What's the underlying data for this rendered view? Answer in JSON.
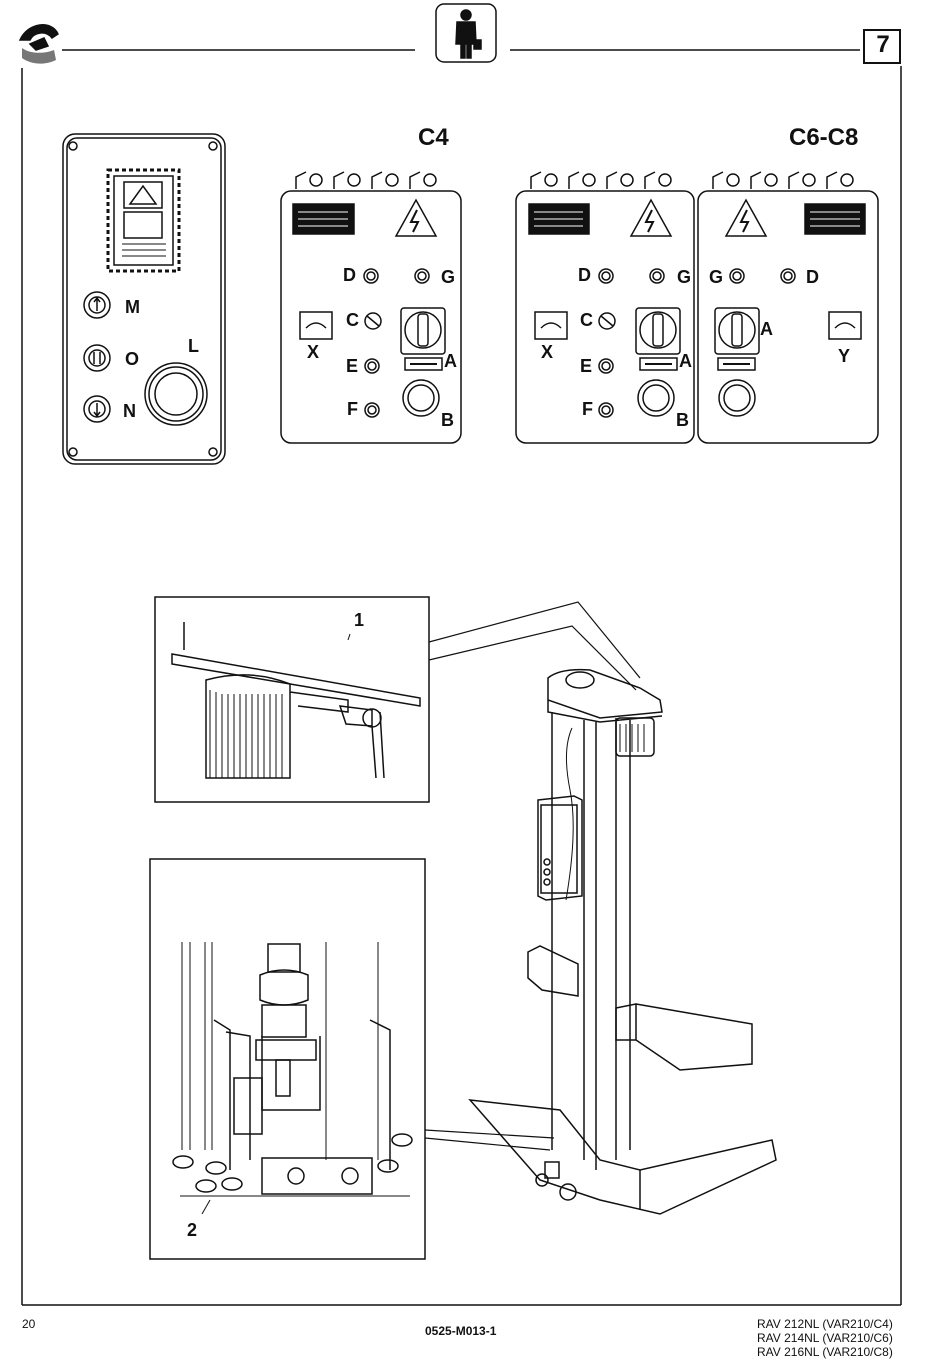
{
  "header": {
    "page_marker": "7",
    "operator_icon": "operator-icon"
  },
  "panels": {
    "title_c4": "C4",
    "title_c6c8": "C6-C8",
    "remote": {
      "M": "M",
      "O": "O",
      "N": "N",
      "L": "L"
    },
    "c4": {
      "D": "D",
      "G": "G",
      "C": "C",
      "X": "X",
      "E": "E",
      "A": "A",
      "F": "F",
      "B": "B"
    },
    "c6_left": {
      "D": "D",
      "G": "G",
      "C": "C",
      "X": "X",
      "E": "E",
      "A": "A",
      "F": "F",
      "B": "B"
    },
    "c6_right": {
      "G": "G",
      "D": "D",
      "A": "A",
      "Y": "Y"
    }
  },
  "details": {
    "callout_1": "1",
    "callout_2": "2"
  },
  "footer": {
    "page_number": "20",
    "doc_code": "0525-M013-1",
    "models": [
      "RAV 212NL (VAR210/C4)",
      "RAV 214NL (VAR210/C6)",
      "RAV 216NL (VAR210/C8)"
    ]
  }
}
